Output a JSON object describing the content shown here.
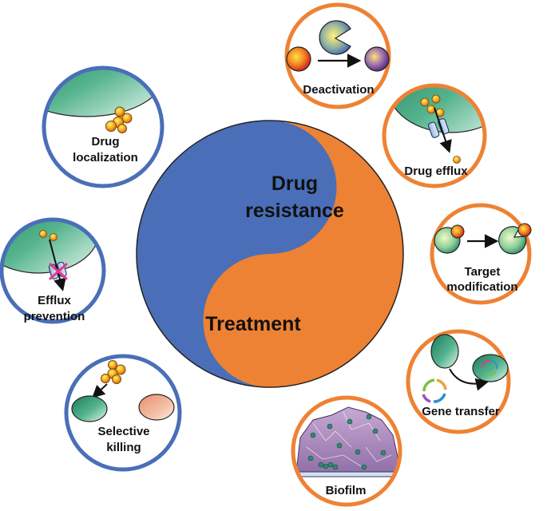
{
  "center": {
    "resistance_line1": "Drug",
    "resistance_line2": "resistance",
    "treatment": "Treatment"
  },
  "resistance_mechanisms": {
    "deactivation": "Deactivation",
    "drug_efflux": "Drug efflux",
    "target_line1": "Target",
    "target_line2": "modification",
    "gene_transfer": "Gene transfer",
    "biofilm": "Biofilm"
  },
  "treatment_strategies": {
    "localization_line1": "Drug",
    "localization_line2": "localization",
    "efflux_line1": "Efflux",
    "efflux_line2": "prevention",
    "killing_line1": "Selective",
    "killing_line2": "killing"
  },
  "colors": {
    "treatment_blue": "#4A6FB8",
    "resistance_orange": "#EE8234",
    "cell_green": "#2E8B6E",
    "drug_orange": "#F4A21A"
  }
}
